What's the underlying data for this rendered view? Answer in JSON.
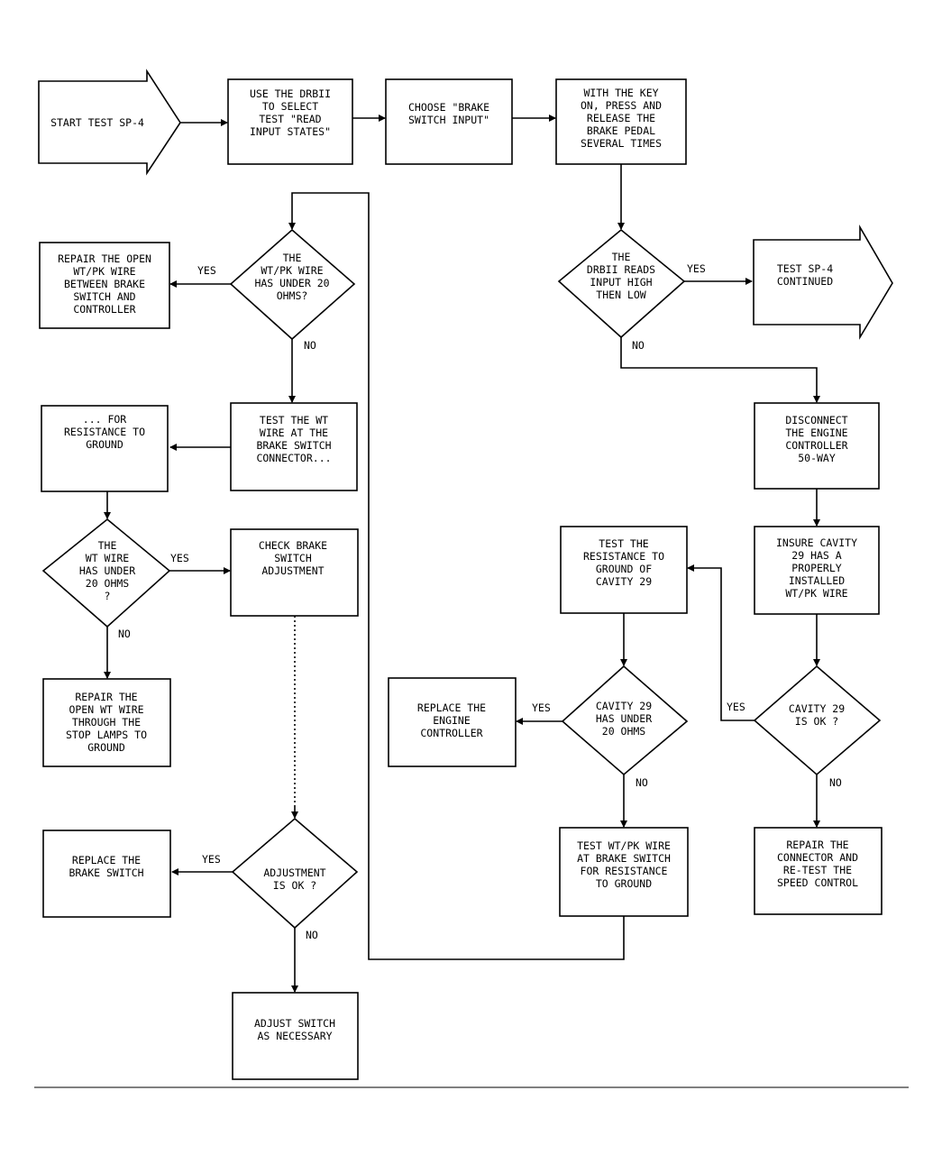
{
  "nodes": {
    "start": [
      "START TEST SP-4"
    ],
    "use_drbii": [
      "USE THE DRBII",
      "TO SELECT",
      "TEST \"READ",
      "INPUT STATES\""
    ],
    "choose": [
      "CHOOSE \"BRAKE",
      "SWITCH INPUT\""
    ],
    "key_on": [
      "WITH THE KEY",
      "ON, PRESS AND",
      "RELEASE THE",
      "BRAKE PEDAL",
      "SEVERAL TIMES"
    ],
    "drbii_reads": [
      "THE",
      "DRBII READS",
      "INPUT HIGH",
      "THEN LOW"
    ],
    "continued": [
      "TEST SP-4",
      "CONTINUED"
    ],
    "disconnect": [
      "DISCONNECT",
      "THE ENGINE",
      "CONTROLLER",
      "50-WAY"
    ],
    "insure_cavity": [
      "INSURE CAVITY",
      "29 HAS A",
      "PROPERLY",
      "INSTALLED",
      "WT/PK WIRE"
    ],
    "cavity_ok": [
      "CAVITY 29",
      "IS OK ?"
    ],
    "repair_connector": [
      "REPAIR THE",
      "CONNECTOR AND",
      "RE-TEST THE",
      "SPEED CONTROL"
    ],
    "test_resistance_29": [
      "TEST THE",
      "RESISTANCE TO",
      "GROUND OF",
      "CAVITY 29"
    ],
    "cavity_under20": [
      "CAVITY 29",
      "HAS UNDER",
      "20 OHMS"
    ],
    "replace_controller": [
      "REPLACE THE",
      "ENGINE",
      "CONTROLLER"
    ],
    "test_wtpk": [
      "TEST WT/PK WIRE",
      "AT BRAKE SWITCH",
      "FOR RESISTANCE",
      "TO GROUND"
    ],
    "wtpk_under20": [
      "THE",
      "WT/PK WIRE",
      "HAS UNDER 20",
      "OHMS?"
    ],
    "repair_open_wtpk": [
      "REPAIR THE OPEN",
      "WT/PK WIRE",
      "BETWEEN BRAKE",
      "SWITCH AND",
      "CONTROLLER"
    ],
    "test_wt": [
      "TEST THE WT",
      "WIRE AT THE",
      "BRAKE SWITCH",
      "CONNECTOR..."
    ],
    "for_resistance": [
      "... FOR",
      "RESISTANCE TO",
      "GROUND"
    ],
    "wt_under20": [
      "THE",
      "WT WIRE",
      "HAS UNDER",
      "20 OHMS",
      "?"
    ],
    "check_adjust": [
      "CHECK BRAKE",
      "SWITCH",
      "ADJUSTMENT"
    ],
    "repair_open_wt": [
      "REPAIR THE",
      "OPEN WT WIRE",
      "THROUGH THE",
      "STOP LAMPS TO",
      "GROUND"
    ],
    "adjust_ok": [
      "ADJUSTMENT",
      "IS OK ?"
    ],
    "replace_switch": [
      "REPLACE THE",
      "BRAKE SWITCH"
    ],
    "adjust_switch": [
      "ADJUST SWITCH",
      "AS NECESSARY"
    ]
  },
  "labels": {
    "yes": "YES",
    "no": "NO"
  }
}
